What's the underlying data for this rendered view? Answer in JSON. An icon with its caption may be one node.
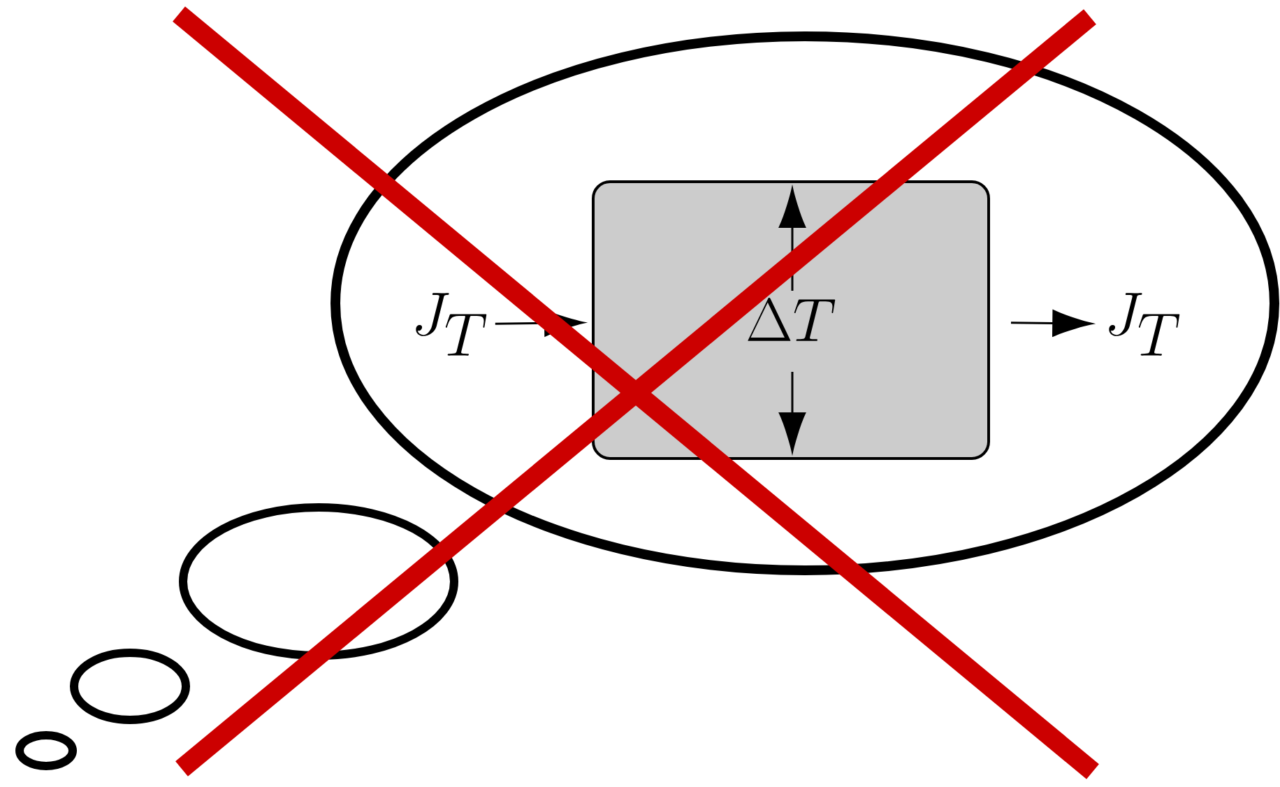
{
  "diagram": {
    "nodes": [
      {
        "text": [],
        "shape": "ellipse"
      },
      {
        "text": [
          "J_T"
        ],
        "in": 0
      },
      {
        "text": [
          "\\Delta T"
        ],
        "in": 0
      },
      {
        "text": [
          "J_T"
        ],
        "in": 0
      },
      {
        "text": [],
        "shape": "ellipse"
      },
      {
        "text": [],
        "shape": "ellipse"
      },
      {
        "text": [],
        "shape": "ellipse"
      }
    ],
    "edges": [
      {
        "from": 1,
        "to": 2,
        "arrow": "to"
      },
      {
        "from": 2,
        "to": 3,
        "arrow": "to"
      }
    ]
  }
}
